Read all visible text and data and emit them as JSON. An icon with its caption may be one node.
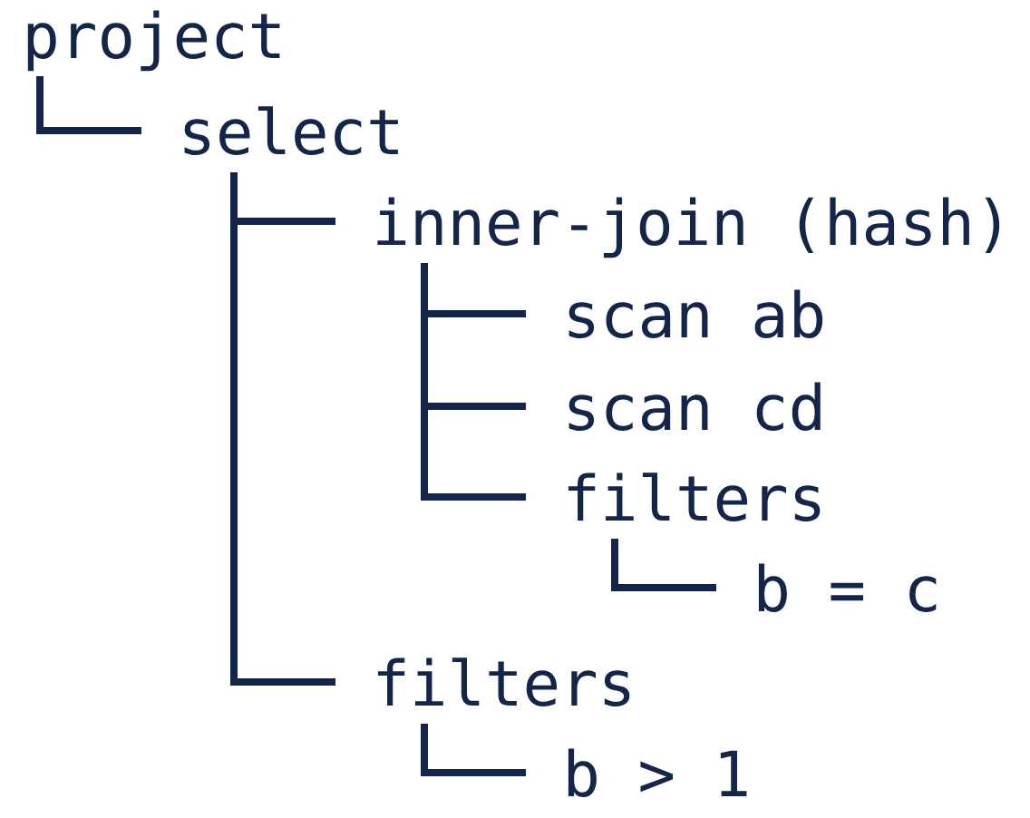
{
  "diagram": {
    "nodes": [
      {
        "text": [
          "project"
        ]
      },
      {
        "text": [
          "select"
        ]
      },
      {
        "text": [
          "inner-join (hash)"
        ]
      },
      {
        "text": [
          "scan ab"
        ]
      },
      {
        "text": [
          "scan cd"
        ]
      },
      {
        "text": [
          "filters"
        ]
      },
      {
        "text": [
          "b = c"
        ]
      },
      {
        "text": [
          "filters"
        ]
      },
      {
        "text": [
          "b > 1"
        ]
      }
    ],
    "edges": [
      {
        "from": 0,
        "to": 1,
        "arrow": "none"
      },
      {
        "from": 1,
        "to": 2,
        "arrow": "none"
      },
      {
        "from": 2,
        "to": 3,
        "arrow": "none"
      },
      {
        "from": 2,
        "to": 4,
        "arrow": "none"
      },
      {
        "from": 2,
        "to": 5,
        "arrow": "none"
      },
      {
        "from": 5,
        "to": 6,
        "arrow": "none"
      },
      {
        "from": 1,
        "to": 7,
        "arrow": "none"
      },
      {
        "from": 7,
        "to": 8,
        "arrow": "none"
      }
    ]
  }
}
